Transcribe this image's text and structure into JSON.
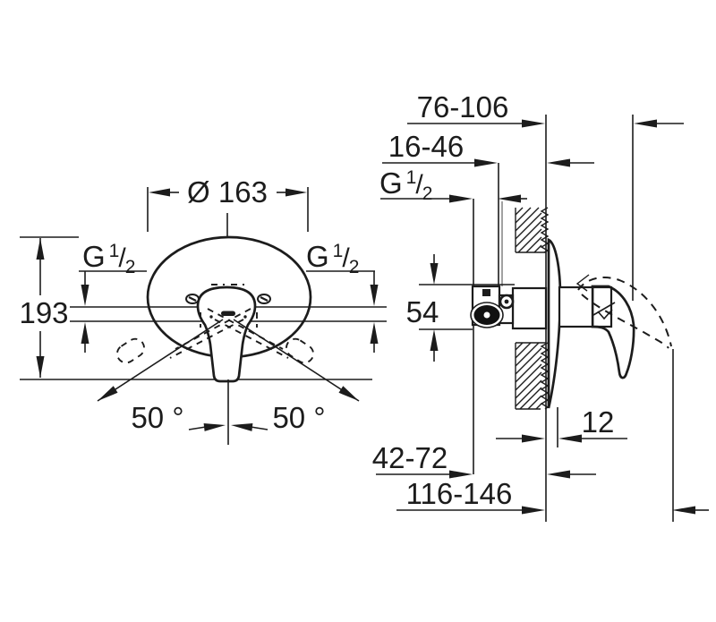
{
  "front_view": {
    "diameter": "Ø 163",
    "height": "193",
    "angle_left": "50 °",
    "angle_right": "50 °"
  },
  "side_view": {
    "wall_to_handle": "76-106",
    "min_depth": "16-46",
    "body_height": "54",
    "plate_offset": "12",
    "depth_range_small": "42-72",
    "depth_range_large": "116-146"
  },
  "thread": {
    "prefix": "G",
    "numerator": "1",
    "slash": "/",
    "denominator": "2"
  },
  "colors": {
    "line": "#1c1c1c",
    "background": "#ffffff"
  }
}
